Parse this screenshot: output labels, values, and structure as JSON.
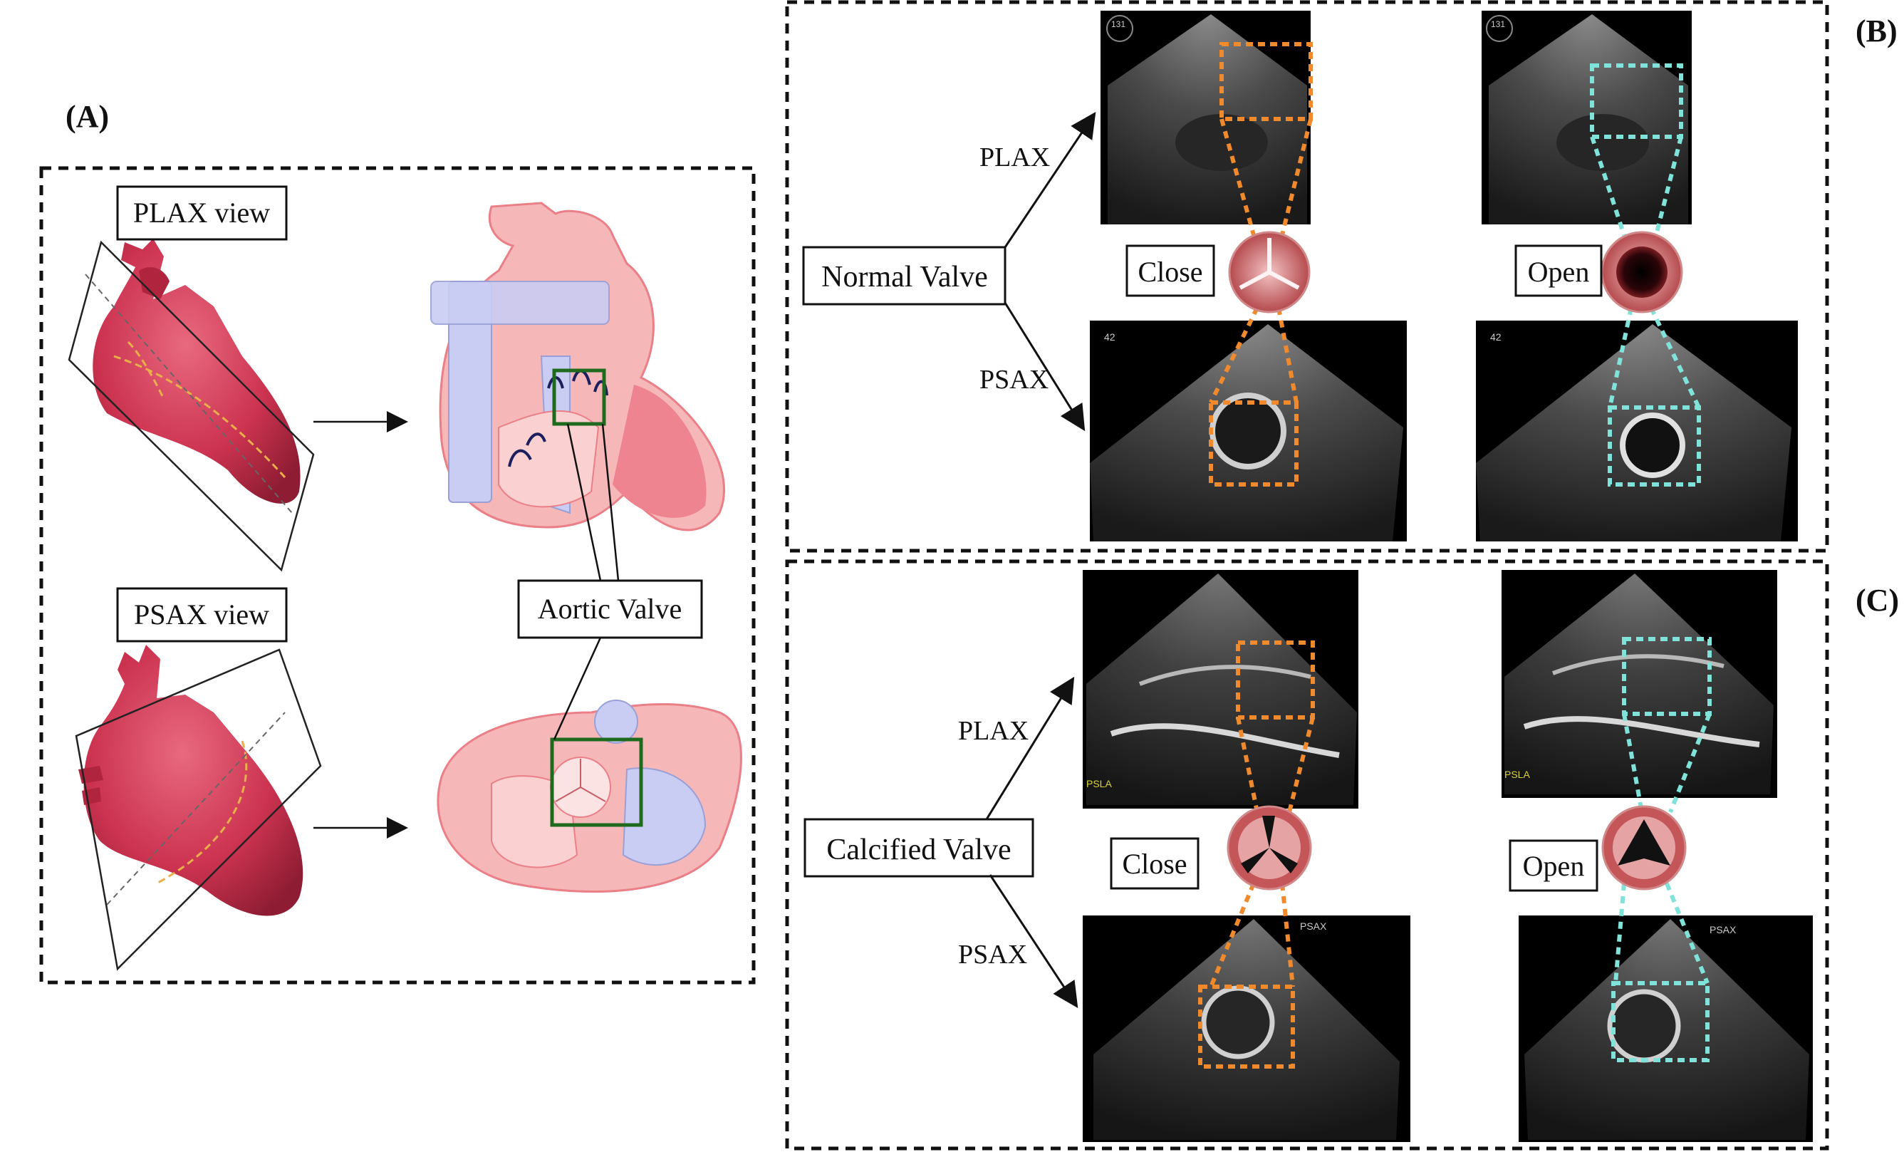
{
  "panels": {
    "a": "(A)",
    "b": "(B)",
    "c": "(C)"
  },
  "panel_a": {
    "plax_view": "PLAX view",
    "psax_view": "PSAX view",
    "aortic_valve": "Aortic Valve"
  },
  "panel_b": {
    "valve": "Normal Valve",
    "plax": "PLAX",
    "psax": "PSAX",
    "close": "Close",
    "open": "Open",
    "plax_depth_left": "131",
    "plax_depth_right": "131",
    "psax_depth_left": "42",
    "psax_depth_right": "42"
  },
  "panel_c": {
    "valve": "Calcified Valve",
    "plax": "PLAX",
    "psax": "PSAX",
    "close": "Close",
    "open": "Open",
    "plax_tag": "PSLA",
    "psax_tag": "PSAX"
  },
  "colors": {
    "heart": "#d23a52",
    "anatomy_pink": "#f6b7b9",
    "anatomy_blue": "#c9cdf3",
    "valve_box_green": "#1e6b1e",
    "close_highlight": "#f08a2c",
    "open_highlight": "#7fe3da",
    "echo_background": "#000000"
  }
}
